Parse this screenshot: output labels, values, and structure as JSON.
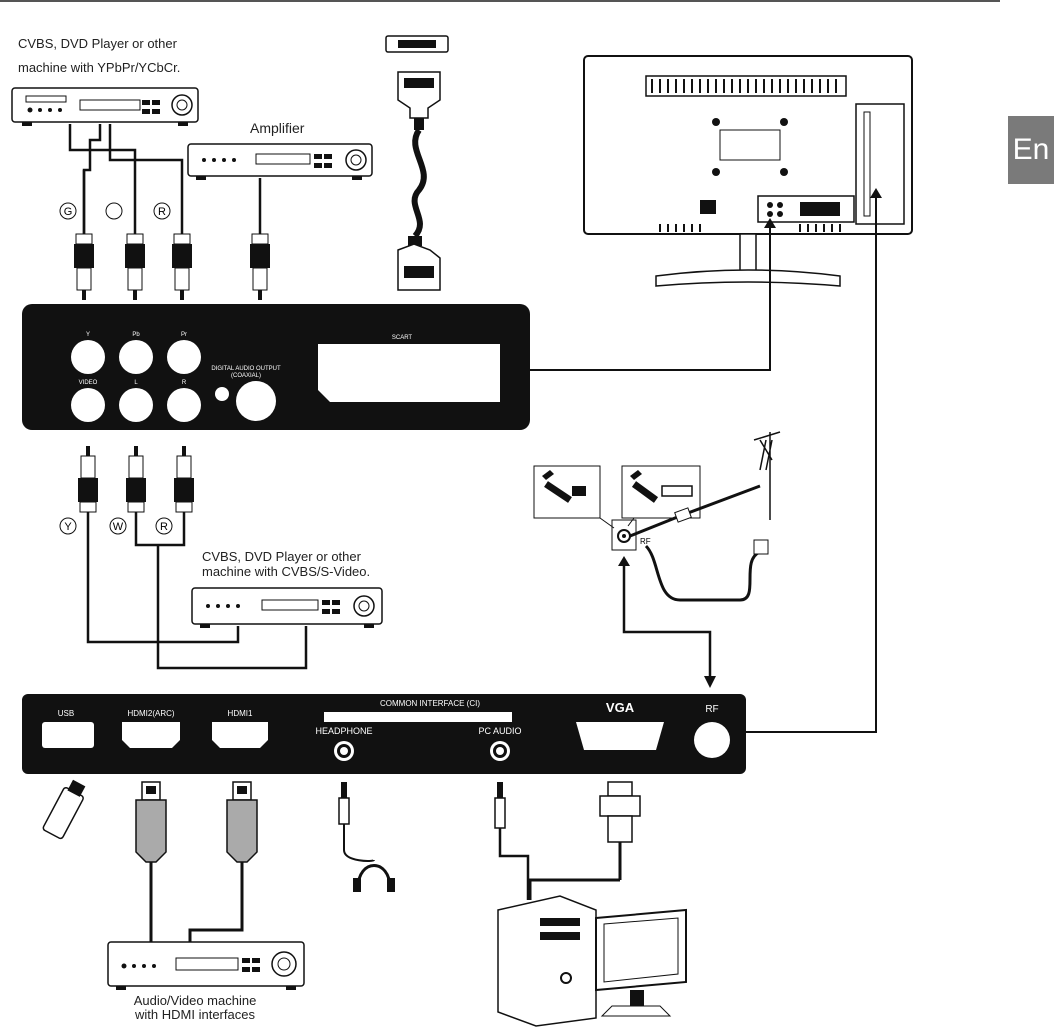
{
  "lang_tab": "En",
  "captions": {
    "cvbs_ypbpr_line1": "CVBS, DVD  Player or other",
    "cvbs_ypbpr_line2": "machine with YPbPr/YCbCr.",
    "amplifier": "Amplifier",
    "cvbs_svideo_line1": "CVBS, DVD Player or other",
    "cvbs_svideo_line2": "machine with CVBS/S-Video.",
    "hdmi_machine_line1": "Audio/Video machine",
    "hdmi_machine_line2": "with HDMI interfaces"
  },
  "top_connector_letters": {
    "green": "G",
    "blank": "",
    "red": "R"
  },
  "bottom_connector_letters": {
    "yellow": "Y",
    "white": "W",
    "red": "R"
  },
  "av_panel": {
    "y": "Y",
    "pb": "Pb",
    "pr": "Pr",
    "video": "VIDEO",
    "l": "L",
    "r": "R",
    "digital_audio_line1": "DIGITAL AUDIO OUTPUT",
    "digital_audio_line2": "(COAXIAL)",
    "scart": "SCART"
  },
  "side_panel": {
    "usb": "USB",
    "hdmi2": "HDMI2(ARC)",
    "hdmi1": "HDMI1",
    "common_interface": "COMMON INTERFACE (CI)",
    "headphone": "HEADPHONE",
    "pc_audio": "PC AUDIO",
    "vga": "VGA",
    "rf": "RF"
  },
  "antenna_rf_label": "RF",
  "colors": {
    "panel": "#111111",
    "line": "#111111",
    "tab": "#7a7a7a"
  }
}
